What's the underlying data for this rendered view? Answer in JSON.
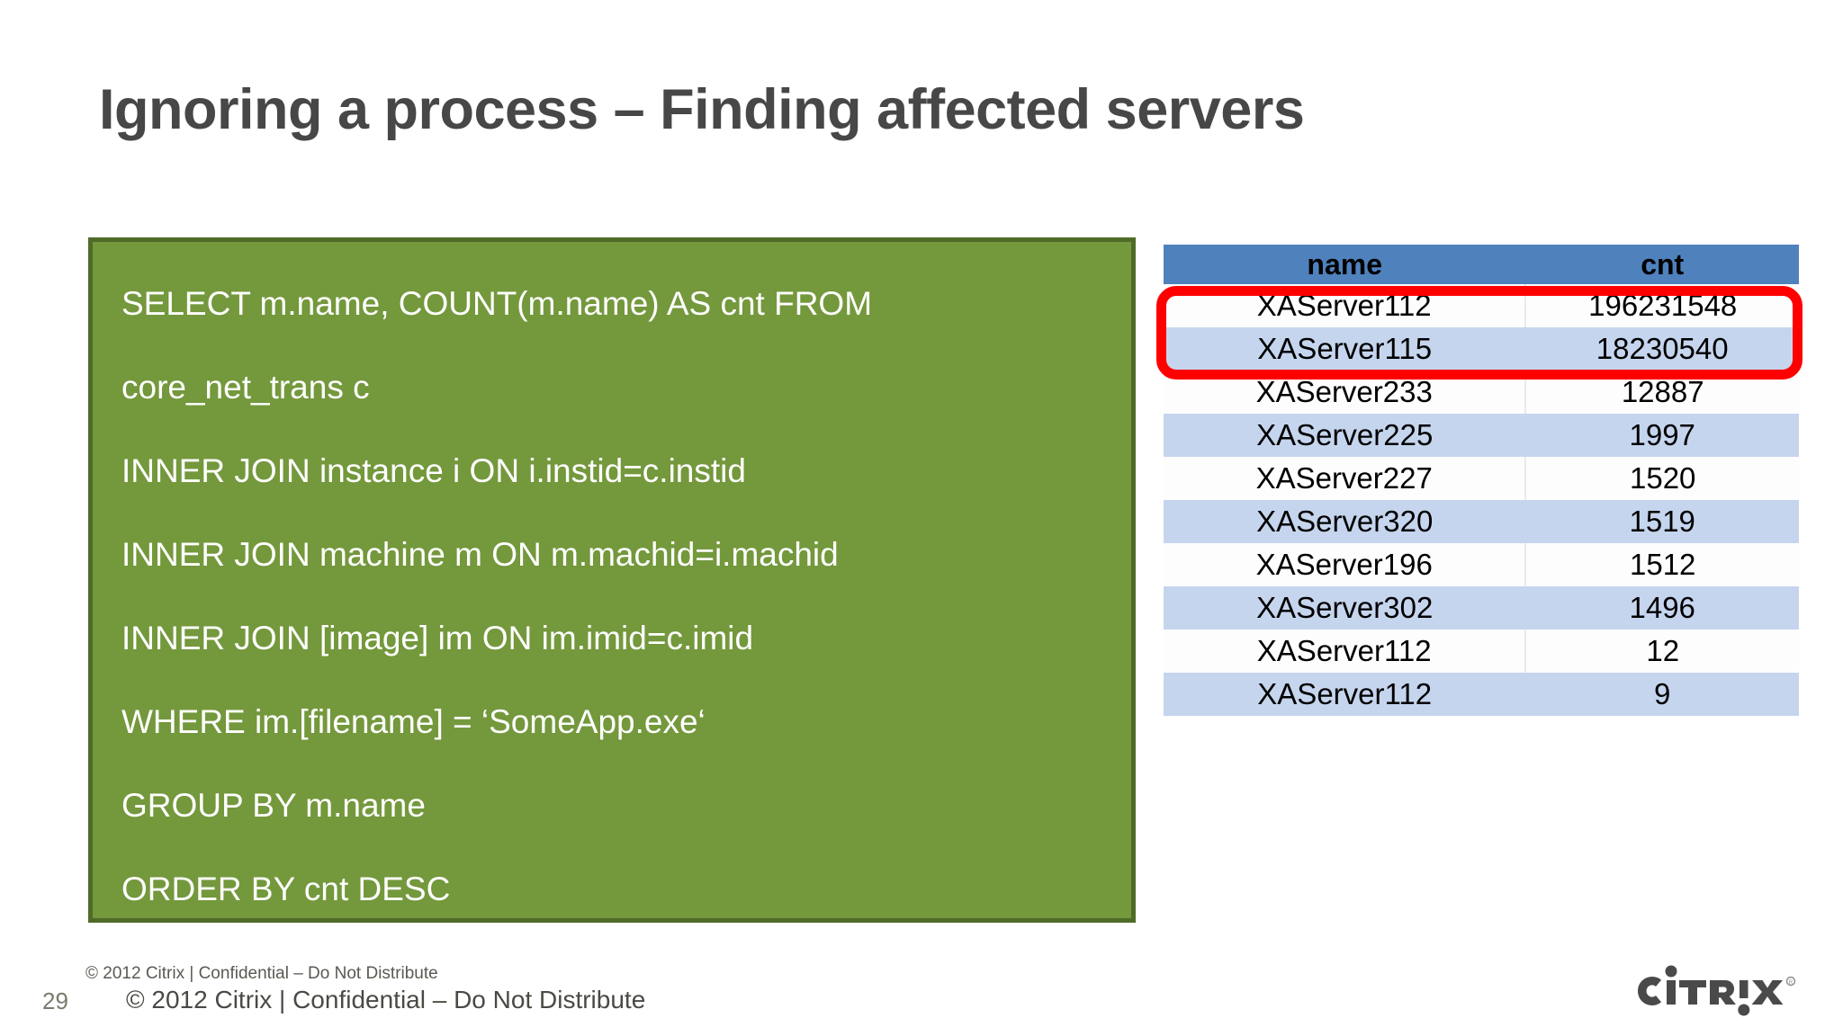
{
  "slide": {
    "title": "Ignoring a process – Finding affected servers",
    "number": "29",
    "accent_green": "#74983C",
    "accent_green_border": "#4F6B27",
    "accent_blue_header": "#4F81BD",
    "accent_row_alt": "#C6D5EE",
    "highlight_color": "#FF0000",
    "title_color": "#474747"
  },
  "sql_block": {
    "lines": [
      "SELECT m.name, COUNT(m.name) AS cnt FROM",
      "core_net_trans c",
      "INNER JOIN instance i ON i.instid=c.instid",
      "INNER JOIN machine m ON m.machid=i.machid",
      "INNER JOIN [image] im ON im.imid=c.imid",
      "WHERE im.[filename] = ‘SomeApp.exe‘",
      "GROUP BY m.name",
      "ORDER BY cnt DESC"
    ]
  },
  "results_table": {
    "columns": [
      "name",
      "cnt"
    ],
    "rows": [
      {
        "name": "XAServer112",
        "cnt": "196231548",
        "highlighted": true
      },
      {
        "name": "XAServer115",
        "cnt": "18230540",
        "highlighted": true
      },
      {
        "name": "XAServer233",
        "cnt": "12887",
        "highlighted": false
      },
      {
        "name": "XAServer225",
        "cnt": "1997",
        "highlighted": false
      },
      {
        "name": "XAServer227",
        "cnt": "1520",
        "highlighted": false
      },
      {
        "name": "XAServer320",
        "cnt": "1519",
        "highlighted": false
      },
      {
        "name": "XAServer196",
        "cnt": "1512",
        "highlighted": false
      },
      {
        "name": "XAServer302",
        "cnt": "1496",
        "highlighted": false
      },
      {
        "name": "XAServer112",
        "cnt": "12",
        "highlighted": false
      },
      {
        "name": "XAServer112",
        "cnt": "9",
        "highlighted": false
      }
    ]
  },
  "footer": {
    "copyright_small": "© 2012 Citrix | Confidential – Do Not Distribute",
    "copyright_large": "© 2012 Citrix | Confidential – Do Not Distribute",
    "slide_number": "29",
    "logo_text": "CITRIX"
  }
}
